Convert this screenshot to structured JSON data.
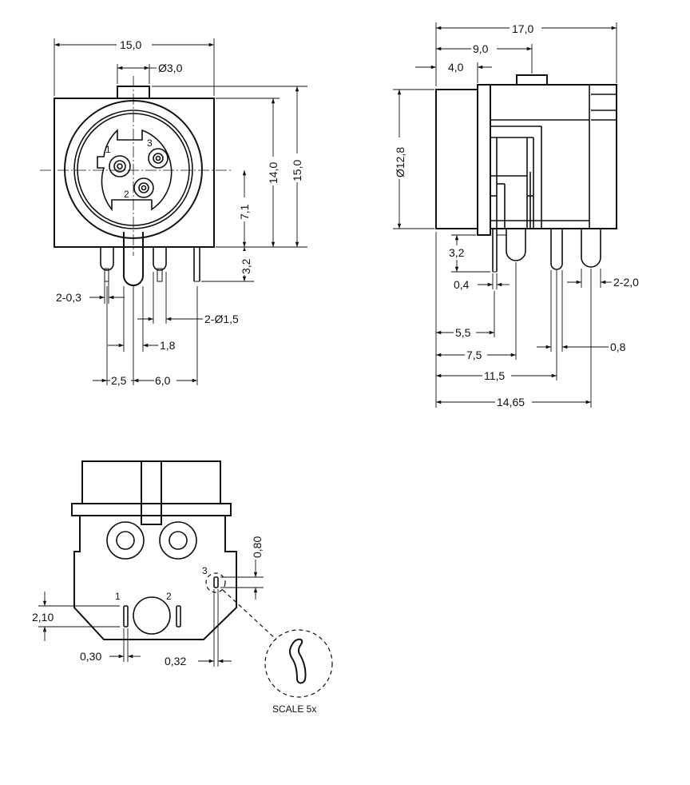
{
  "front_view": {
    "dim_width": "15,0",
    "dim_hole": "Ø3,0",
    "dim_height_body": "14,0",
    "dim_height_total": "15,0",
    "dim_center": "7,1",
    "dim_pin_length": "3,2",
    "dim_pin_thickness": "2-0,3",
    "dim_pin_diameter": "2-Ø1,5",
    "dim_pin_offset": "1,8",
    "dim_spacing_left": "2,5",
    "dim_spacing_right": "6,0",
    "pin_1": "1",
    "pin_2": "2",
    "pin_3": "3"
  },
  "side_view": {
    "dim_total": "17,0",
    "dim_nine": "9,0",
    "dim_four": "4,0",
    "dim_diameter": "Ø12,8",
    "dim_pin_length": "3,2",
    "dim_pin_thickness": "0,4",
    "dim_pin_width": "2-2,0",
    "dim_a": "5,5",
    "dim_b": "7,5",
    "dim_c": "11,5",
    "dim_d": "14,65",
    "dim_e": "0,8"
  },
  "bottom_view": {
    "dim_tab": "0,80",
    "dim_height": "2,10",
    "dim_slot_left": "0,30",
    "dim_slot_right": "0,32",
    "pin_1": "1",
    "pin_2": "2",
    "pin_3": "3",
    "detail_label": "SCALE 5x"
  }
}
